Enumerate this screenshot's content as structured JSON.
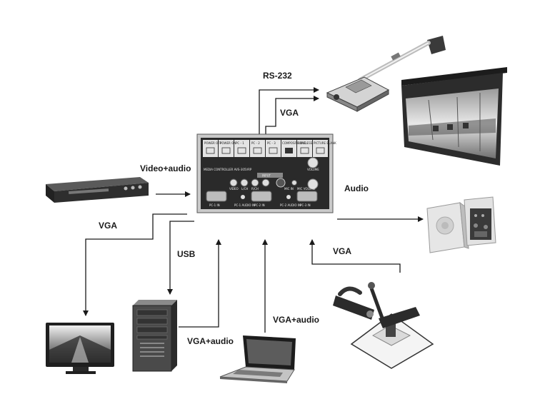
{
  "labels": {
    "rs232": "RS-232",
    "vga_projector": "VGA",
    "video_audio": "Video+audio",
    "audio": "Audio",
    "vga_monitor": "VGA",
    "usb": "USB",
    "vga_audio_pc": "VGA+audio",
    "vga_audio_laptop": "VGA+audio",
    "vga_doccam": "VGA"
  },
  "controller": {
    "title": "MEDIA CONTROLLER  AVS-305VRP",
    "brand": "INPUT",
    "buttons": [
      "POWER OFF",
      "POWER ON",
      "PC - 1",
      "PC - 2",
      "PC - 3",
      "COMPOSITE DVD",
      "WIRELESS",
      "PICTURE BLANK"
    ],
    "volume": "VOLUME",
    "ports": [
      "PC-1 IN",
      "PC-1 AUDIO IN",
      "VIDEO",
      "L/CH",
      "R/CH",
      "PC-2 IN",
      "PC-2 AUDIO IN",
      "MIC IN",
      "MIC VOLUME",
      "PC-3 IN"
    ]
  },
  "colors": {
    "arrow": "#1a1a1a",
    "device_dark": "#2b2b2b",
    "device_mid": "#6a6a6a",
    "device_light": "#cfcfcf"
  }
}
